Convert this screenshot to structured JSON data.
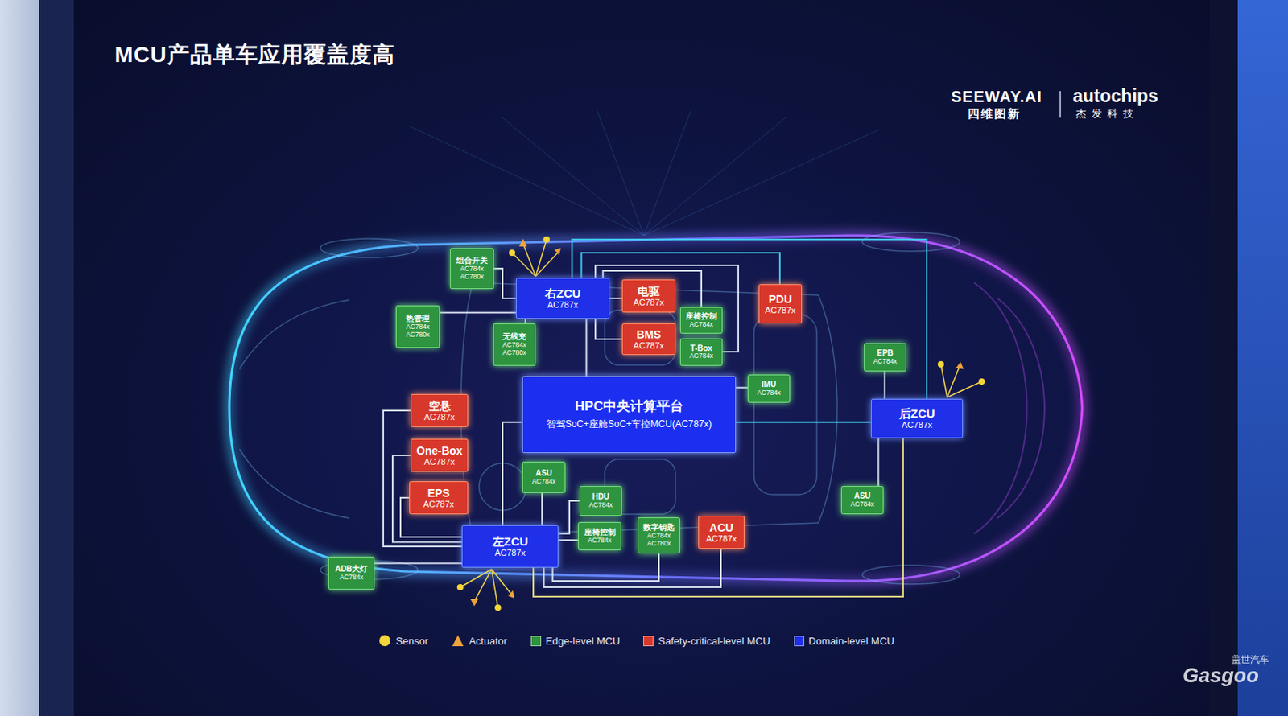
{
  "diagram": {
    "title": "MCU产品单车应用覆盖度高",
    "nodes": [
      {
        "text": [
          "组合开关",
          "AC784x AC780x"
        ]
      },
      {
        "text": [
          "右ZCU",
          "AC787x"
        ]
      },
      {
        "text": [
          "电驱",
          "AC787x"
        ]
      },
      {
        "text": [
          "PDU",
          "AC787x"
        ]
      },
      {
        "text": [
          "热管理",
          "AC784x AC780x"
        ]
      },
      {
        "text": [
          "无线充",
          "AC784x AC780x"
        ]
      },
      {
        "text": [
          "座椅控制",
          "AC784x"
        ]
      },
      {
        "text": [
          "BMS",
          "AC787x"
        ]
      },
      {
        "text": [
          "T-Box",
          "AC784x"
        ]
      },
      {
        "text": [
          "EPB",
          "AC784x"
        ]
      },
      {
        "text": [
          "空悬",
          "AC787x"
        ]
      },
      {
        "text": [
          "HPC中央计算平台",
          "智驾SoC+座舱SoC+车控MCU(AC787x)"
        ]
      },
      {
        "text": [
          "IMU",
          "AC784x"
        ]
      },
      {
        "text": [
          "后ZCU",
          "AC787x"
        ]
      },
      {
        "text": [
          "One-Box",
          "AC787x"
        ]
      },
      {
        "text": [
          "ASU",
          "AC784x"
        ]
      },
      {
        "text": [
          "EPS",
          "AC787x"
        ]
      },
      {
        "text": [
          "HDU",
          "AC784x"
        ]
      },
      {
        "text": [
          "ASU",
          "AC784x"
        ]
      },
      {
        "text": [
          "座椅控制",
          "AC784x"
        ]
      },
      {
        "text": [
          "数字钥匙",
          "AC784x AC780x"
        ]
      },
      {
        "text": [
          "ACU",
          "AC787x"
        ]
      },
      {
        "text": [
          "左ZCU",
          "AC787x"
        ]
      },
      {
        "text": [
          "ADB大灯",
          "AC784x"
        ]
      }
    ],
    "edges": [
      {
        "from": 1,
        "to": 0,
        "arrow": "none"
      },
      {
        "from": 1,
        "to": 4,
        "arrow": "none"
      },
      {
        "from": 1,
        "to": 5,
        "arrow": "none"
      },
      {
        "from": 1,
        "to": 2,
        "arrow": "none"
      },
      {
        "from": 1,
        "to": 7,
        "arrow": "none"
      },
      {
        "from": 1,
        "to": 6,
        "arrow": "none"
      },
      {
        "from": 1,
        "to": 8,
        "arrow": "none"
      },
      {
        "from": 1,
        "to": 3,
        "arrow": "none"
      },
      {
        "from": 1,
        "to": 13,
        "arrow": "none"
      },
      {
        "from": 11,
        "to": 1,
        "arrow": "none"
      },
      {
        "from": 11,
        "to": 22,
        "arrow": "none"
      },
      {
        "from": 11,
        "to": 13,
        "arrow": "none"
      },
      {
        "from": 11,
        "to": 12,
        "arrow": "none"
      },
      {
        "from": 22,
        "to": 10,
        "arrow": "none"
      },
      {
        "from": 22,
        "to": 14,
        "arrow": "none"
      },
      {
        "from": 22,
        "to": 16,
        "arrow": "none"
      },
      {
        "from": 22,
        "to": 23,
        "arrow": "none"
      },
      {
        "from": 22,
        "to": 15,
        "arrow": "none"
      },
      {
        "from": 22,
        "to": 17,
        "arrow": "none"
      },
      {
        "from": 22,
        "to": 19,
        "arrow": "none"
      },
      {
        "from": 22,
        "to": 20,
        "arrow": "none"
      },
      {
        "from": 22,
        "to": 21,
        "arrow": "none"
      },
      {
        "from": 22,
        "to": 13,
        "arrow": "none"
      },
      {
        "from": 13,
        "to": 9,
        "arrow": "none"
      },
      {
        "from": 13,
        "to": 18,
        "arrow": "none"
      }
    ],
    "labels": [
      "SEEWAY.AI",
      "四维图新",
      "autochips",
      "杰发科技",
      "盖世汽车",
      "Gasgoo"
    ],
    "legend": [
      {
        "text": "Sensor"
      },
      {
        "text": "Actuator"
      },
      {
        "text": "Edge-level MCU",
        "color": "#2f9440"
      },
      {
        "text": "Safety-critical-level MCU",
        "color": "#d8382b"
      },
      {
        "text": "Domain-level MCU",
        "color": "#1f30e8"
      }
    ]
  }
}
